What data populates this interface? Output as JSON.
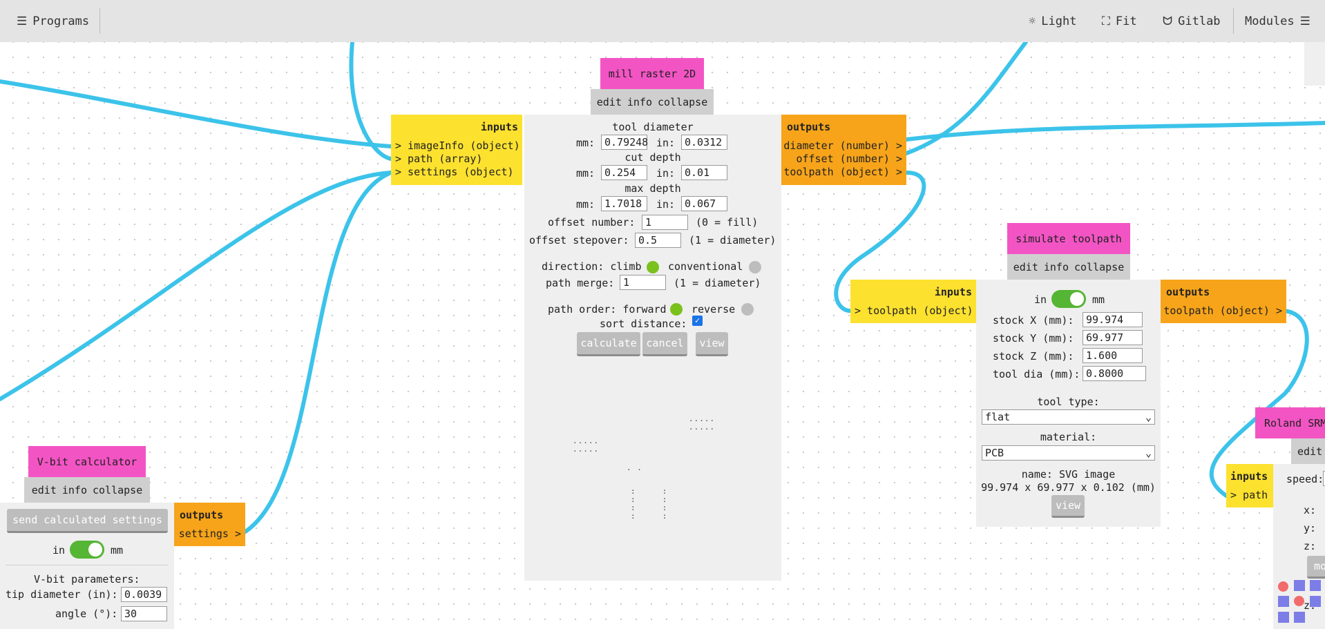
{
  "topbar": {
    "programs_label": "Programs",
    "light_label": "Light",
    "fit_label": "Fit",
    "gitlab_label": "Gitlab",
    "modules_label": "Modules"
  },
  "common": {
    "edit": "edit",
    "info": "info",
    "collapse": "collapse",
    "inputs": "inputs",
    "outputs": "outputs"
  },
  "mill": {
    "title": "mill raster 2D",
    "inputs": [
      "> imageInfo (object)",
      "> path (array)",
      "> settings (object)"
    ],
    "outputs": [
      "diameter (number) >",
      "offset (number) >",
      "toolpath (object) >"
    ],
    "tool_diameter_label": "tool diameter",
    "cut_depth_label": "cut depth",
    "max_depth_label": "max depth",
    "mm_label": "mm:",
    "in_label": "in:",
    "tool_diameter_mm": "0.79248",
    "tool_diameter_in": "0.0312",
    "cut_depth_mm": "0.254",
    "cut_depth_in": "0.01",
    "max_depth_mm": "1.7018",
    "max_depth_in": "0.067",
    "offset_number_label": "offset number:",
    "offset_number": "1",
    "offset_number_hint": "(0 = fill)",
    "offset_stepover_label": "offset stepover:",
    "offset_stepover": "0.5",
    "offset_stepover_hint": "(1 = diameter)",
    "direction_label": "direction: climb",
    "conventional_label": "conventional",
    "path_merge_label": "path merge:",
    "path_merge": "1",
    "path_merge_hint": "(1 = diameter)",
    "path_order_label": "path order: forward",
    "reverse_label": "reverse",
    "sort_distance_label": "sort distance:",
    "calculate_label": "calculate",
    "cancel_label": "cancel",
    "view_label": "view",
    "direction_selected": "climb",
    "path_order_selected": "forward",
    "sort_distance_checked": true
  },
  "simulate": {
    "title": "simulate toolpath",
    "inputs": [
      "> toolpath (object)"
    ],
    "outputs": [
      "toolpath (object) >"
    ],
    "unit_in": "in",
    "unit_mm": "mm",
    "stock_x_label": "stock X (mm):",
    "stock_x": "99.974",
    "stock_y_label": "stock Y (mm):",
    "stock_y": "69.977",
    "stock_z_label": "stock Z (mm):",
    "stock_z": "1.600",
    "tool_dia_label": "tool dia (mm):",
    "tool_dia": "0.8000",
    "tool_type_label": "tool type:",
    "tool_type": "flat",
    "material_label": "material:",
    "material": "PCB",
    "name_label": "name: SVG image",
    "dims_label": "99.974 x 69.977 x 0.102 (mm)",
    "view_label": "view",
    "unit_selected": "mm"
  },
  "vbit": {
    "title": "V-bit calculator",
    "send_label": "send calculated settings",
    "outputs": [
      "settings >"
    ],
    "unit_in": "in",
    "unit_mm": "mm",
    "params_label": "V-bit parameters:",
    "tip_diameter_label": "tip diameter (in):",
    "tip_diameter": "0.0039",
    "angle_label": "angle (°):",
    "angle": "30"
  },
  "roland": {
    "title": "Roland SRM",
    "edit": "edit",
    "inputs": [
      "> path"
    ],
    "speed_label": "speed:",
    "x_label": "x:",
    "y_label": "y:",
    "z_label": "z:",
    "z2_label": "z:",
    "move_label": "mov"
  },
  "colors": {
    "title": "#f354c4",
    "inputs": "#fce12f",
    "outputs": "#f7a41a",
    "wire": "#3cc3ea",
    "toggle": "#55b534",
    "radio_on": "#7ac11c",
    "radio_off": "#bdbdbd"
  }
}
